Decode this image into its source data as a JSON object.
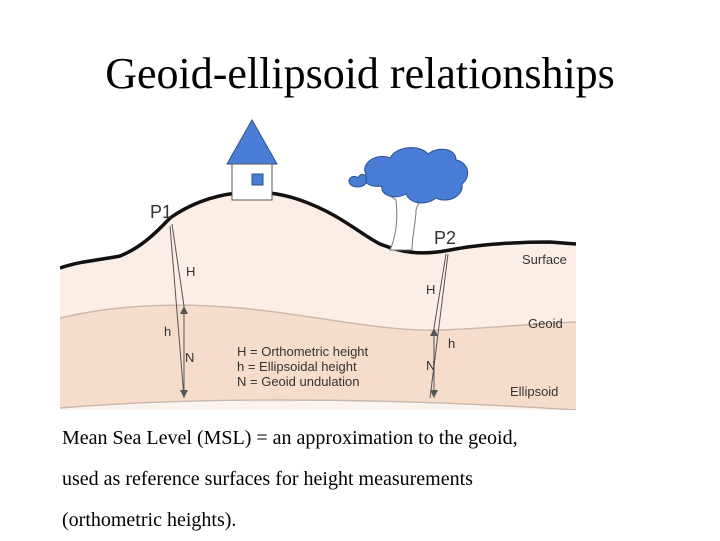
{
  "slide": {
    "title": "Geoid-ellipsoid relationships"
  },
  "diagram": {
    "points": {
      "p1": "P1",
      "p2": "P2"
    },
    "surfaces": {
      "surface": "Surface",
      "geoid": "Geoid",
      "ellipsoid": "Ellipsoid"
    },
    "measures": {
      "h_upper": "H",
      "h_lower": "h",
      "n": "N"
    },
    "legend": [
      "H = Orthometric height",
      "h = Ellipsoidal height",
      "N = Geoid undulation"
    ],
    "colors": {
      "terrain_upper": "#fbeee6",
      "terrain_lower": "#f6dccb",
      "below_ellipsoid": "#fbf4ee",
      "house_blue": "#4a7ed6",
      "tree_blue": "#4a7ed6",
      "outline": "#111111"
    }
  },
  "caption": {
    "lines": [
      "Mean Sea Level (MSL) = an approximation to the geoid,",
      "used as reference surfaces for height measurements",
      "(orthometric heights)."
    ]
  }
}
